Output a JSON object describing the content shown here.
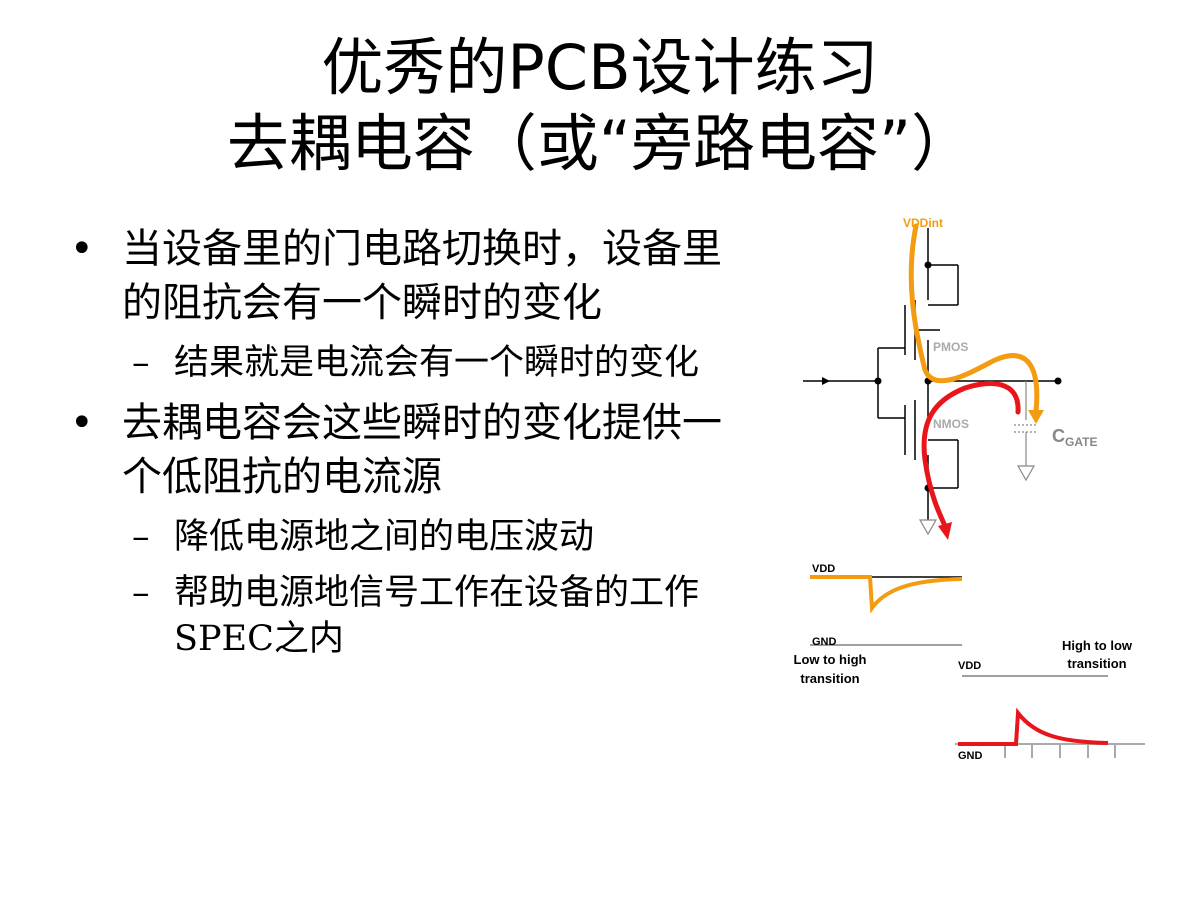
{
  "slide": {
    "title_line1": "优秀的PCB设计练习",
    "title_line2": "去耦电容（或“旁路电容”）",
    "bullets": [
      {
        "text": "当设备里的门电路切换时，设备里的阻抗会有一个瞬时的变化",
        "subs": [
          "结果就是电流会有一个瞬时的变化"
        ]
      },
      {
        "text": "去耦电容会这些瞬时的变化提供一个低阻抗的电流源",
        "subs": [
          "降低电源地之间的电压波动",
          "帮助电源地信号工作在设备的工作SPEC之内"
        ]
      }
    ],
    "bullet_symbol": "•",
    "sub_symbol": "–"
  },
  "diagram": {
    "vdd_int": "VDDint",
    "pmos": "PMOS",
    "nmos": "NMOS",
    "cgate": "C",
    "cgate_sub": "GATE",
    "wave1_vdd": "VDD",
    "wave1_gnd": "GND",
    "wave1_caption_line1": "Low to high",
    "wave1_caption_line2": "transition",
    "wave2_vdd": "VDD",
    "wave2_gnd": "GND",
    "wave2_caption_line1": "High to low",
    "wave2_caption_line2": "transition",
    "colors": {
      "orange": "#f39c12",
      "red": "#e8151b",
      "gray": "#aaaaaa"
    }
  }
}
